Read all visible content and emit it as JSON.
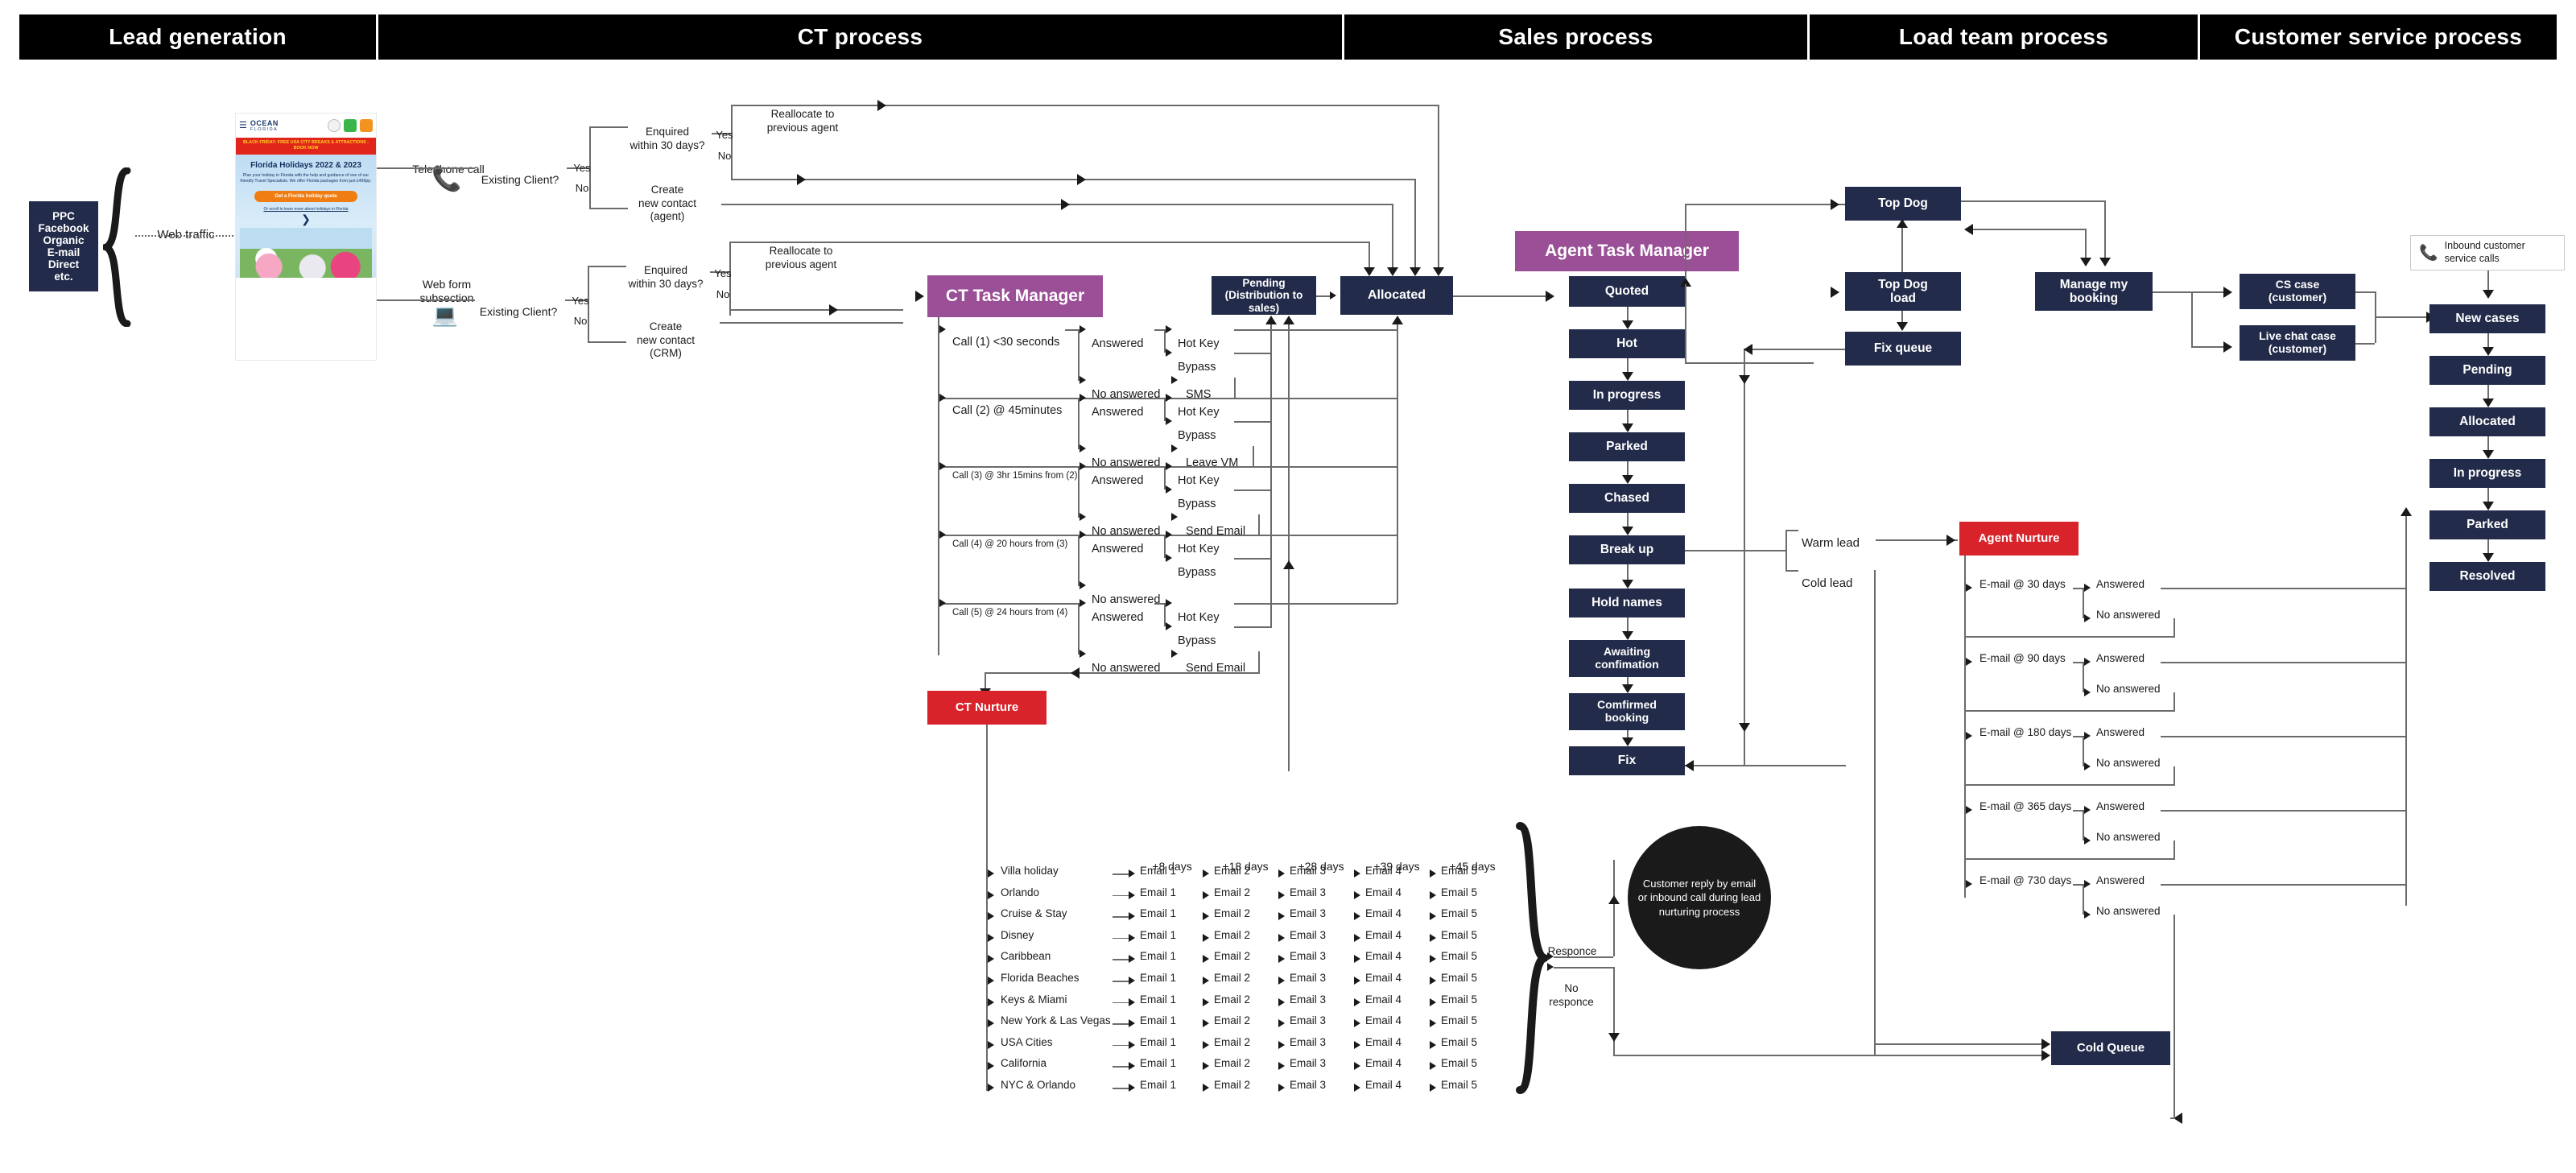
{
  "header": {
    "columns": [
      {
        "label": "Lead generation"
      },
      {
        "label": "CT process"
      },
      {
        "label": "Sales process"
      },
      {
        "label": "Load team process"
      },
      {
        "label": "Customer service process"
      }
    ]
  },
  "lead_generation": {
    "sources_box": "PPC\nFacebook\nOrganic\nE-mail\nDirect\netc.",
    "web_traffic_label": "Web traffic",
    "website": {
      "logo": "OCEAN",
      "logo_sub": "FLORIDA",
      "menu_label": "MENU",
      "banner": "BLACK FRIDAY: FREE USA CITY BREAKS & ATTRACTIONS - BOOK NOW",
      "headline": "Florida Holidays 2022 & 2023",
      "body": "Plan your holiday in Florida with the help and guidance of one of our friendly Travel Specialists. We offer Florida packages from just £499pp.",
      "cta": "Get a Florida holiday quote",
      "scroll_link": "Or scroll to learn more about holidays in Florida"
    },
    "channels": [
      {
        "label": "Telephone call",
        "icon": "phone-icon"
      },
      {
        "label": "Web form\nsubsection",
        "icon": "laptop-icon"
      }
    ]
  },
  "ct_process": {
    "decisions": {
      "existing_client": "Existing Client?",
      "yes": "Yes",
      "no": "No",
      "enquired_30": "Enquired\nwithin 30 days?",
      "reallocate": "Reallocate to\nprevious agent",
      "create_contact_agent": "Create\nnew contact\n(agent)",
      "create_contact_crm": "Create\nnew contact\n(CRM)"
    },
    "ct_task_manager": "CT Task Manager",
    "pending_box": "Pending\n(Distribution to sales)",
    "allocated_box": "Allocated",
    "calls": [
      {
        "label": "Call (1) <30 seconds",
        "small": false,
        "answered": "Answered",
        "outcomes": [
          "Hot Key",
          "Bypass"
        ],
        "no_answered": "No answered",
        "no_answered_action": "SMS"
      },
      {
        "label": "Call (2) @ 45minutes",
        "small": false,
        "answered": "Answered",
        "outcomes": [
          "Hot Key",
          "Bypass"
        ],
        "no_answered": "No answered",
        "no_answered_action": "Leave VM"
      },
      {
        "label": "Call (3) @ 3hr 15mins from (2)",
        "small": true,
        "answered": "Answered",
        "outcomes": [
          "Hot Key",
          "Bypass"
        ],
        "no_answered": "No answered",
        "no_answered_action": "Send Email"
      },
      {
        "label": "Call (4) @ 20 hours from (3)",
        "small": true,
        "answered": "Answered",
        "outcomes": [
          "Hot Key",
          "Bypass"
        ],
        "no_answered": "No answered",
        "no_answered_action": ""
      },
      {
        "label": "Call (5) @ 24 hours from (4)",
        "small": true,
        "answered": "Answered",
        "outcomes": [
          "Hot Key",
          "Bypass"
        ],
        "no_answered": "No answered",
        "no_answered_action": "Send Email"
      }
    ],
    "ct_nurture": "CT Nurture",
    "nurture_matrix": {
      "day_headers": [
        "+8 days",
        "+18 days",
        "+28 days",
        "+39 days",
        "+45 days"
      ],
      "email_labels": [
        "Email 1",
        "Email 2",
        "Email 3",
        "Email 4",
        "Email 5"
      ],
      "products": [
        "Villa holiday",
        "Orlando",
        "Cruise & Stay",
        "Disney",
        "Caribbean",
        "Florida Beaches",
        "Keys & Miami",
        "New York & Las Vegas",
        "USA Cities",
        "California",
        "NYC & Orlando"
      ]
    },
    "response_labels": {
      "response": "Responce",
      "no_response": "No\nresponce"
    },
    "customer_reply_note": "Customer reply by email\nor inbound call during lead\nnurturing process"
  },
  "sales_process": {
    "agent_task_manager": "Agent Task Manager",
    "stages": [
      "Quoted",
      "Hot",
      "In progress",
      "Parked",
      "Chased",
      "Break up",
      "Hold names",
      "Awaiting\nconfimation",
      "Comfirmed\nbooking",
      "Fix"
    ],
    "lead_split": {
      "warm": "Warm lead",
      "cold": "Cold lead"
    },
    "cold_queue": "Cold Queue"
  },
  "load_team_process": {
    "boxes": [
      "Top Dog",
      "Top Dog\nload",
      "Fix queue",
      "Manage my\nbooking"
    ]
  },
  "customer_service_process": {
    "inbound": {
      "label": "Inbound customer\nservice calls",
      "icon": "phone-icon"
    },
    "case_types": [
      "CS case\n(customer)",
      "Live chat case\n(customer)"
    ],
    "stages": [
      "New cases",
      "Pending",
      "Allocated",
      "In progress",
      "Parked",
      "Resolved"
    ]
  },
  "agent_nurture": {
    "title": "Agent Nurture",
    "steps": [
      {
        "label": "E-mail @ 30 days",
        "answered": "Answered",
        "no_answered": "No answered"
      },
      {
        "label": "E-mail @ 90 days",
        "answered": "Answered",
        "no_answered": "No answered"
      },
      {
        "label": "E-mail @ 180 days",
        "answered": "Answered",
        "no_answered": "No answered"
      },
      {
        "label": "E-mail @ 365 days",
        "answered": "Answered",
        "no_answered": "No answered"
      },
      {
        "label": "E-mail @ 730 days",
        "answered": "Answered",
        "no_answered": "No answered"
      }
    ]
  },
  "colors": {
    "navy": "#232B4A",
    "purple": "#9B4F96",
    "red": "#D8232A",
    "black": "#000000",
    "line": "#6b6b6b"
  }
}
